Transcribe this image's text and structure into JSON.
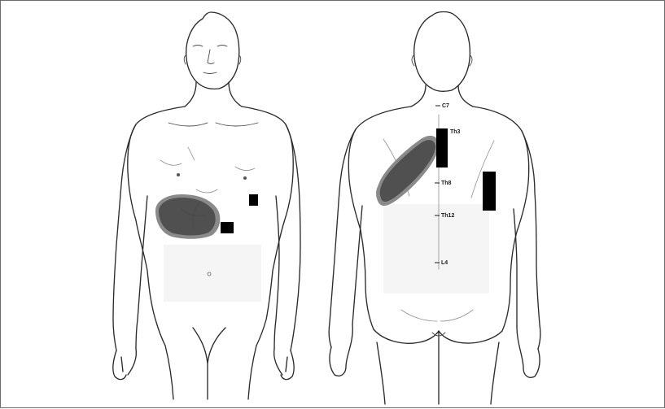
{
  "colors": {
    "outline": "#2b2b2b",
    "pain_area_dark": "#505050",
    "pain_area_border": "#8a8a8a",
    "marker_black": "#000000"
  },
  "back_view": {
    "spine_levels": [
      "C7",
      "Th3",
      "Th8",
      "Th12",
      "L4"
    ]
  }
}
